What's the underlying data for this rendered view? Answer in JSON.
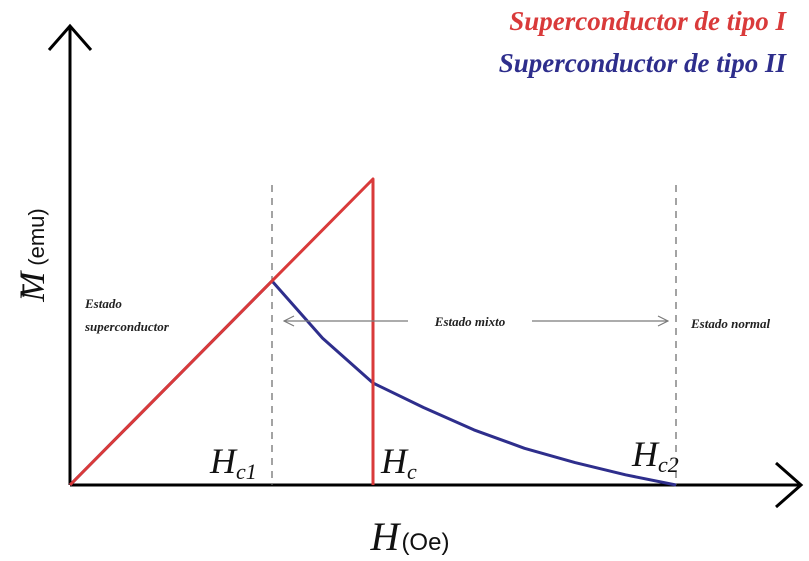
{
  "chart_data": {
    "type": "line",
    "xlabel": "H",
    "xlabel_unit": "(Oe)",
    "ylabel": "M",
    "ylabel_unit": "(emu)",
    "ylabel_prefix": "−",
    "legend": [
      {
        "name": "Superconductor de tipo I",
        "color": "#d93a3a"
      },
      {
        "name": "Superconductor de tipo II",
        "color": "#2e2e8c"
      }
    ],
    "legend_placement": "top-right",
    "critical_fields": [
      {
        "label": "H",
        "sub": "c1",
        "x": 1.0
      },
      {
        "label": "H",
        "sub": "c",
        "x": 1.5
      },
      {
        "label": "H",
        "sub": "c2",
        "x": 3.0
      }
    ],
    "regions": {
      "superconductor_line1": "Estado",
      "superconductor_line2": "superconductor",
      "mixed": "Estado mixto",
      "normal": "Estado normal"
    },
    "xlim": [
      0,
      3.6
    ],
    "ylim": [
      0,
      1.6
    ],
    "series": [
      {
        "name": "Superconductor de tipo I",
        "color": "#d93a3a",
        "x": [
          0,
          1.5,
          1.5
        ],
        "y": [
          0,
          1.5,
          0
        ]
      },
      {
        "name": "Superconductor de tipo II",
        "color": "#2e2e8c",
        "x": [
          0,
          1.0,
          1.25,
          1.5,
          1.75,
          2.0,
          2.25,
          2.5,
          2.75,
          3.0
        ],
        "y": [
          0,
          1.0,
          0.72,
          0.5,
          0.38,
          0.27,
          0.18,
          0.11,
          0.05,
          0
        ]
      }
    ]
  }
}
